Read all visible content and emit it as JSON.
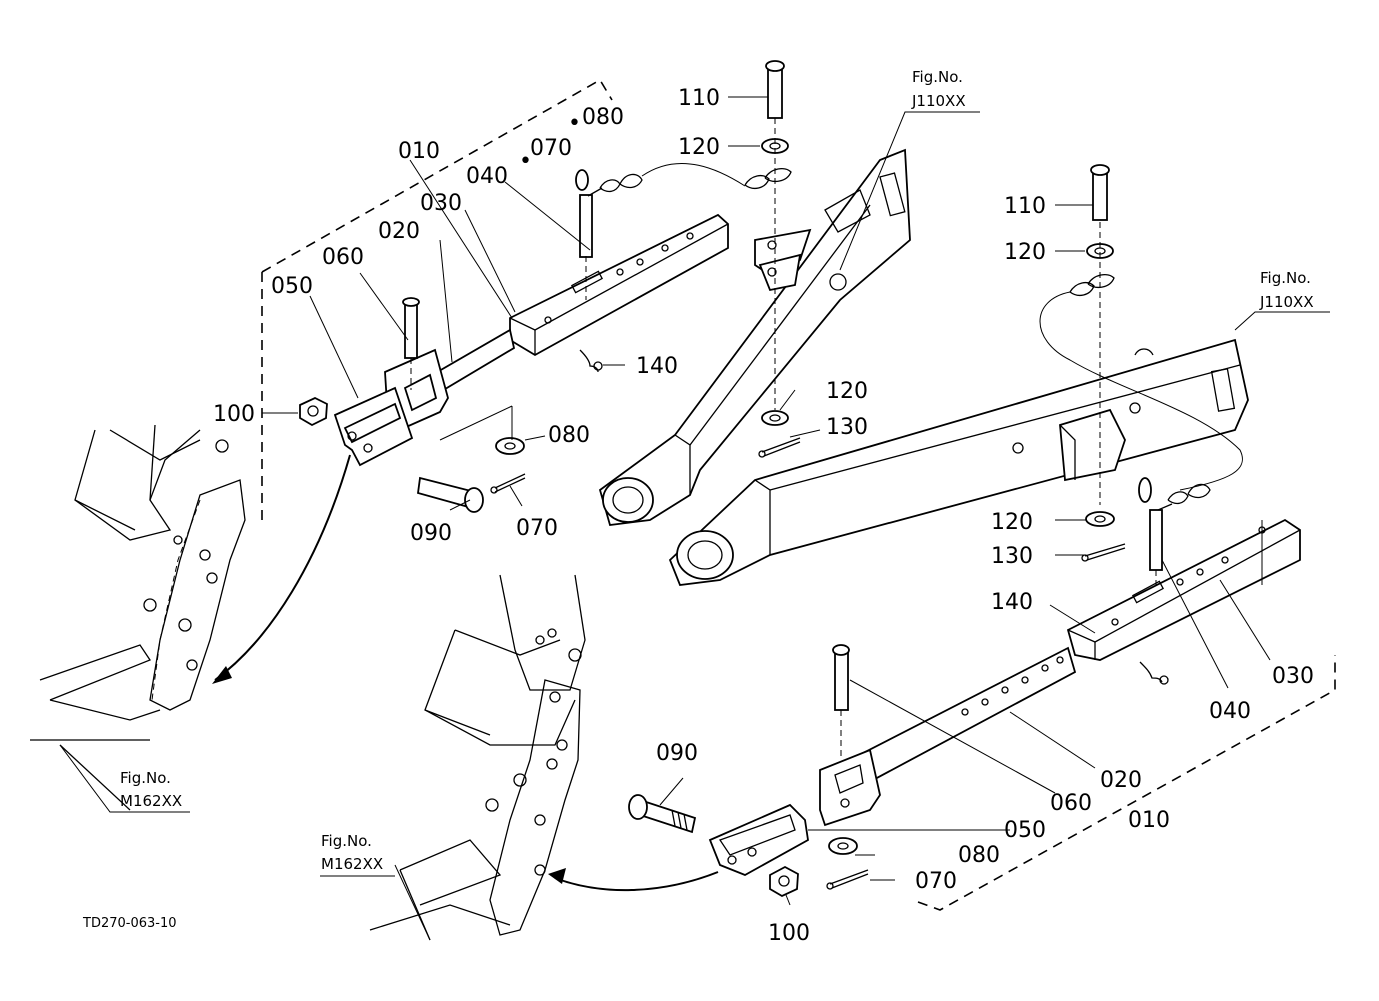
{
  "labels": {
    "l010_top": "010",
    "l020_top": "020",
    "l030_top": "030",
    "l040_top": "040",
    "l050_top": "050",
    "l060_top": "060",
    "l070_top": "070",
    "l080_top": "080",
    "l070_top2": "070",
    "l080_top2": "080",
    "l090_top": "090",
    "l100_top": "100",
    "l140_top": "140",
    "l110_a": "110",
    "l120_a": "120",
    "l120_b": "120",
    "l130_a": "130",
    "l110_b": "110",
    "l120_c": "120",
    "l120_d": "120",
    "l130_b": "130",
    "l140_b": "140",
    "l040_b": "040",
    "l030_b": "030",
    "l020_b": "020",
    "l060_b": "060",
    "l010_b": "010",
    "l050_b": "050",
    "l080_b": "080",
    "l070_b": "070",
    "l090_b": "090",
    "l100_b": "100"
  },
  "fig_refs": {
    "fig_j1_title": "Fig.No.",
    "fig_j1_code": "J110XX",
    "fig_j2_title": "Fig.No.",
    "fig_j2_code": "J110XX",
    "fig_m1_title": "Fig.No.",
    "fig_m1_code": "M162XX",
    "fig_m2_title": "Fig.No.",
    "fig_m2_code": "M162XX"
  },
  "drawing_code": "TD270-063-10"
}
